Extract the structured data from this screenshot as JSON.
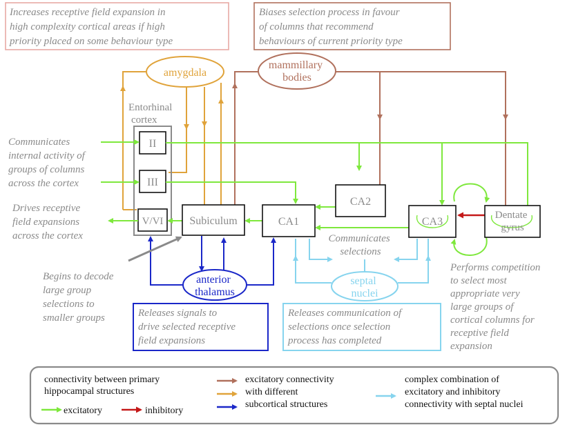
{
  "colors": {
    "green": "#7ee83c",
    "red": "#c41818",
    "brown": "#b0705c",
    "orange": "#e0a33a",
    "blue": "#1a27c8",
    "lightblue": "#86d4ee",
    "grey": "#8a8a8a",
    "black": "#111111",
    "pink_border": "#e8a9a4"
  },
  "annotations": {
    "top_left": [
      "Increases receptive field expansion in",
      "high complexity cortical areas if high",
      "priority placed on some behaviour type"
    ],
    "top_right": [
      "Biases selection process in favour",
      "of columns that recommend",
      "behaviours of current priority type"
    ],
    "communicates_internal": [
      "Communicates",
      "internal activity of",
      "groups of columns",
      "across the cortex"
    ],
    "drives_receptive": [
      "Drives receptive",
      "field expansions",
      "across the cortex"
    ],
    "begins_decode": [
      "Begins to decode",
      "large group",
      "selections to",
      "smaller groups"
    ],
    "communicates_selections": [
      "Communicates",
      "selections"
    ],
    "performs_competition": [
      "Performs competition",
      "to select most",
      "appropriate very",
      "large groups of",
      "cortical columns for",
      "receptive field",
      "expansion"
    ],
    "releases_signals": [
      "Releases signals to",
      "drive selected receptive",
      "field expansions"
    ],
    "releases_communication": [
      "Releases communication of",
      "selections once selection",
      "process has completed"
    ]
  },
  "nodes": {
    "amygdala": "amygdala",
    "mammillary": [
      "mammillary",
      "bodies"
    ],
    "entorhinal": [
      "Entorhinal",
      "cortex"
    ],
    "ec_ii": "II",
    "ec_iii": "III",
    "ec_vvi": "V/VI",
    "subiculum": "Subiculum",
    "ca1": "CA1",
    "ca2": "CA2",
    "ca3": "CA3",
    "dentate": [
      "Dentate",
      "gyrus"
    ],
    "anterior_thalamus": [
      "anterior",
      "thalamus"
    ],
    "septal_nuclei": [
      "septal",
      "nuclei"
    ]
  },
  "legend": {
    "primary_title": [
      "connectivity between primary",
      "hippocampal structures"
    ],
    "excitatory": "excitatory",
    "inhibitory": "inhibitory",
    "subcortical": [
      "excitatory connectivity",
      "with different",
      "subcortical structures"
    ],
    "septal": [
      "complex combination of",
      "excitatory and inhibitory",
      "connectivity with septal nuclei"
    ]
  }
}
